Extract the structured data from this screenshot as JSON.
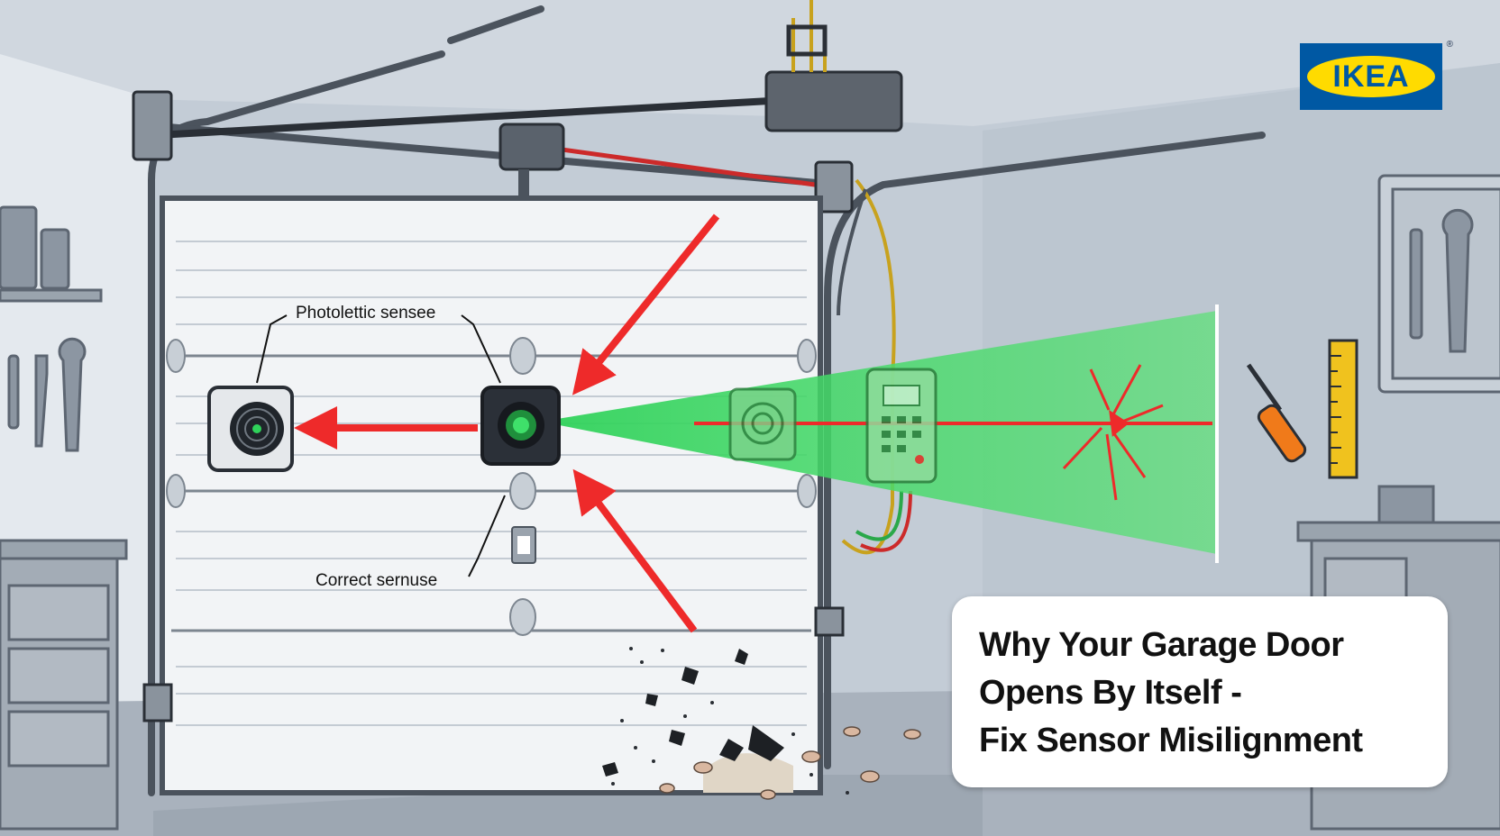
{
  "callouts": {
    "top_label": "Photolettic sensee",
    "bottom_label": "Correct sernuse"
  },
  "title_card": {
    "line1": "Why Your Garage Door",
    "line2": "Opens By Itself -",
    "line3": "Fix Sensor Misilignment"
  },
  "logo": {
    "wordmark": "IKEA",
    "registered": "®",
    "colors": {
      "blue": "#0058a3",
      "yellow": "#ffdb00"
    }
  },
  "icons": [
    "left-sensor-icon",
    "center-sensor-icon",
    "ghost-sensor-icon",
    "control-panel-icon",
    "garage-door-opener-icon",
    "screwdriver-icon",
    "ruler-icon",
    "wrench-icon",
    "beam-break-icon",
    "debris-icon"
  ],
  "colors": {
    "beam_green": "#2fd25a",
    "warning_red": "#ee2a2a",
    "wall_gray": "#c9d2dc",
    "door_white": "#f2f4f6",
    "title_card_bg": "#ffffff"
  }
}
